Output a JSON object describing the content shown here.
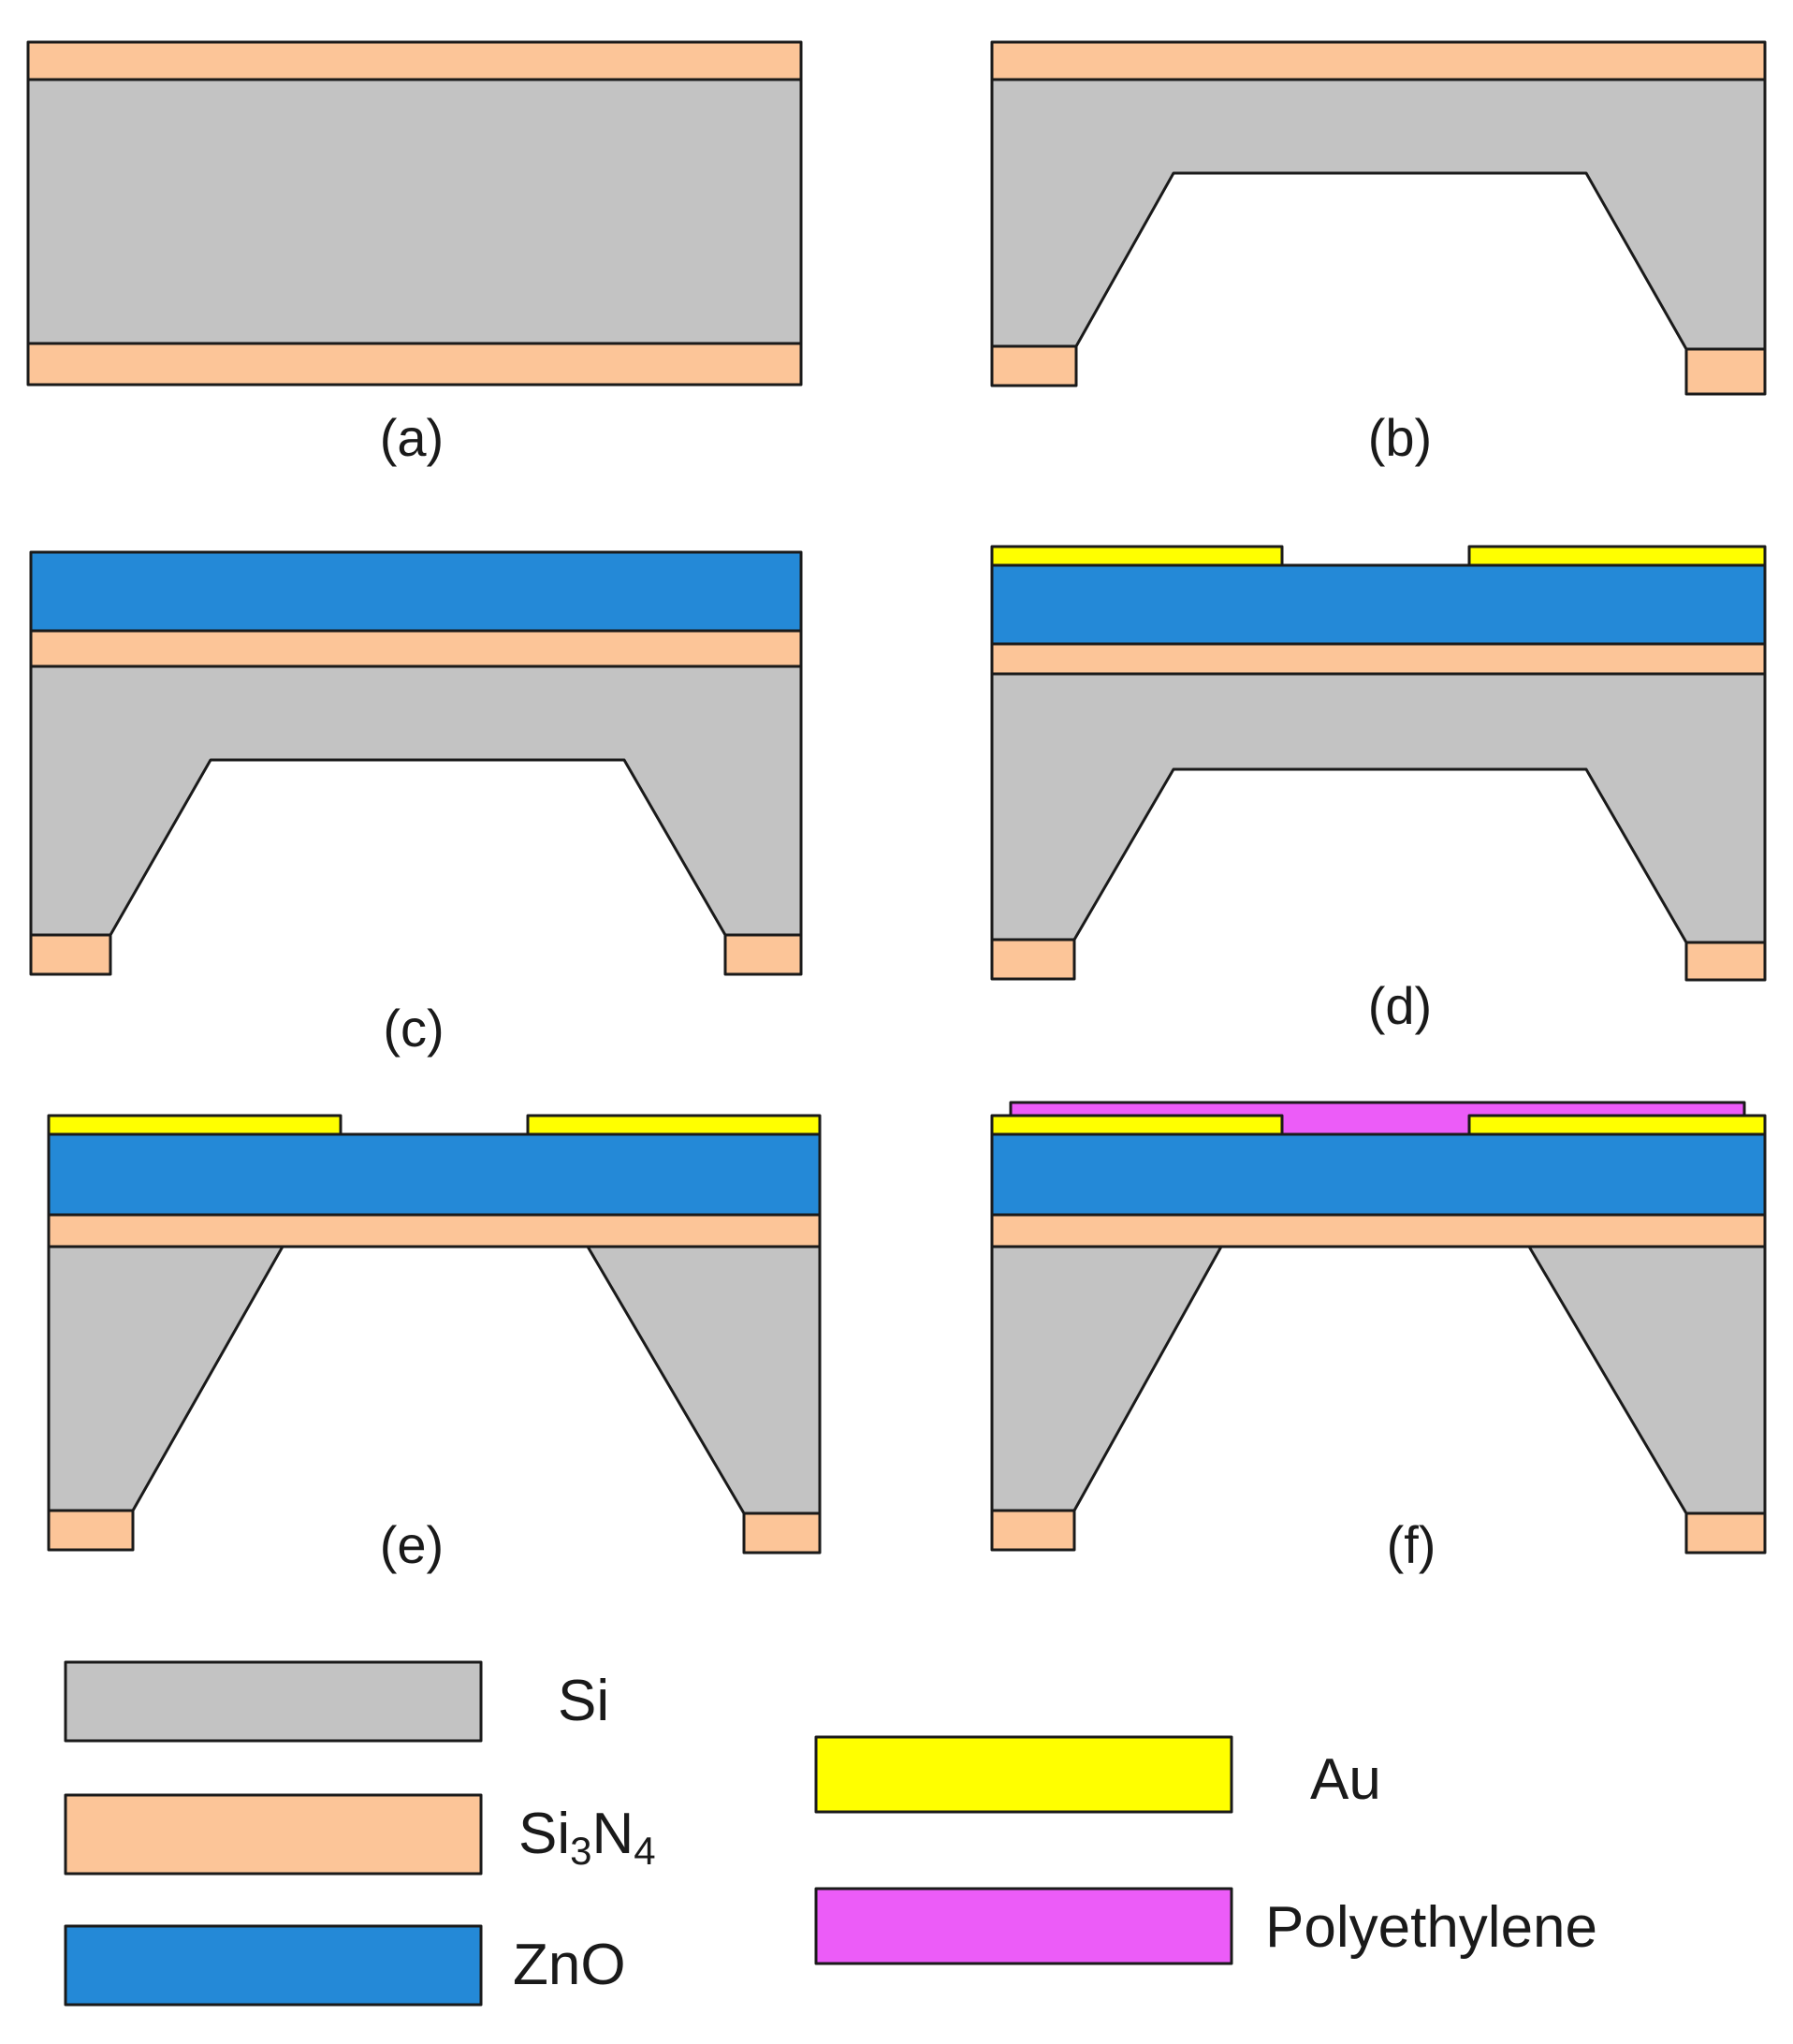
{
  "colors": {
    "si": "#c3c3c3",
    "si3n4": "#fcc598",
    "zno": "#2489d7",
    "au": "#ffff00",
    "polyethylene": "#ec5cf8",
    "outline": "#1a1a1a"
  },
  "panels": [
    {
      "id": "a",
      "label": "(a)"
    },
    {
      "id": "b",
      "label": "(b)"
    },
    {
      "id": "c",
      "label": "(c)"
    },
    {
      "id": "d",
      "label": "(d)"
    },
    {
      "id": "e",
      "label": "(e)"
    },
    {
      "id": "f",
      "label": "(f)"
    }
  ],
  "legend": {
    "si": "Si",
    "si3n4": {
      "base": "Si",
      "sub1": "3",
      "mid": "N",
      "sub2": "4"
    },
    "zno": "ZnO",
    "au": "Au",
    "polyethylene": "Polyethylene"
  }
}
